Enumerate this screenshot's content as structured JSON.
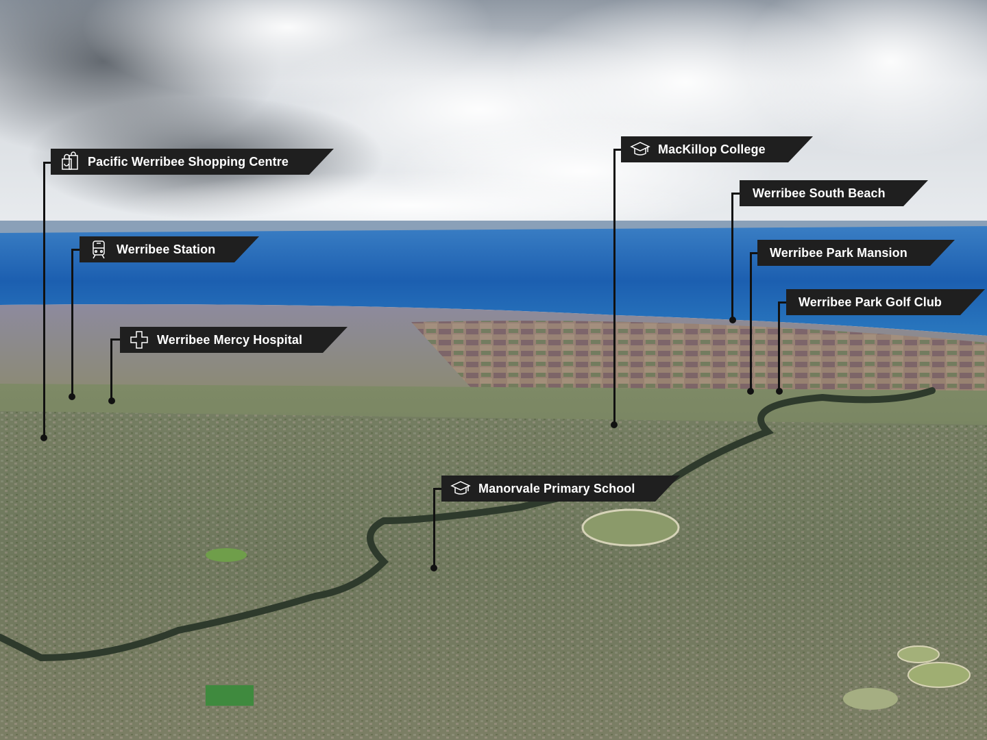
{
  "colors": {
    "label_bg": "#1f1f1f",
    "label_text": "#ffffff",
    "sea": "#1e64b4",
    "sky": "#d9dde2"
  },
  "landmarks": [
    {
      "id": "pacific-werribee",
      "label": "Pacific Werribee Shopping Centre",
      "icon": "shopping-bags-icon"
    },
    {
      "id": "werribee-station",
      "label": "Werribee Station",
      "icon": "train-icon"
    },
    {
      "id": "werribee-mercy",
      "label": "Werribee Mercy Hospital",
      "icon": "medical-cross-icon"
    },
    {
      "id": "mackillop",
      "label": "MacKillop College",
      "icon": "graduation-cap-icon"
    },
    {
      "id": "south-beach",
      "label": "Werribee South Beach",
      "icon": ""
    },
    {
      "id": "park-mansion",
      "label": "Werribee Park Mansion",
      "icon": ""
    },
    {
      "id": "golf-club",
      "label": "Werribee Park Golf Club",
      "icon": ""
    },
    {
      "id": "manorvale",
      "label": "Manorvale Primary School",
      "icon": "graduation-cap-icon"
    }
  ]
}
